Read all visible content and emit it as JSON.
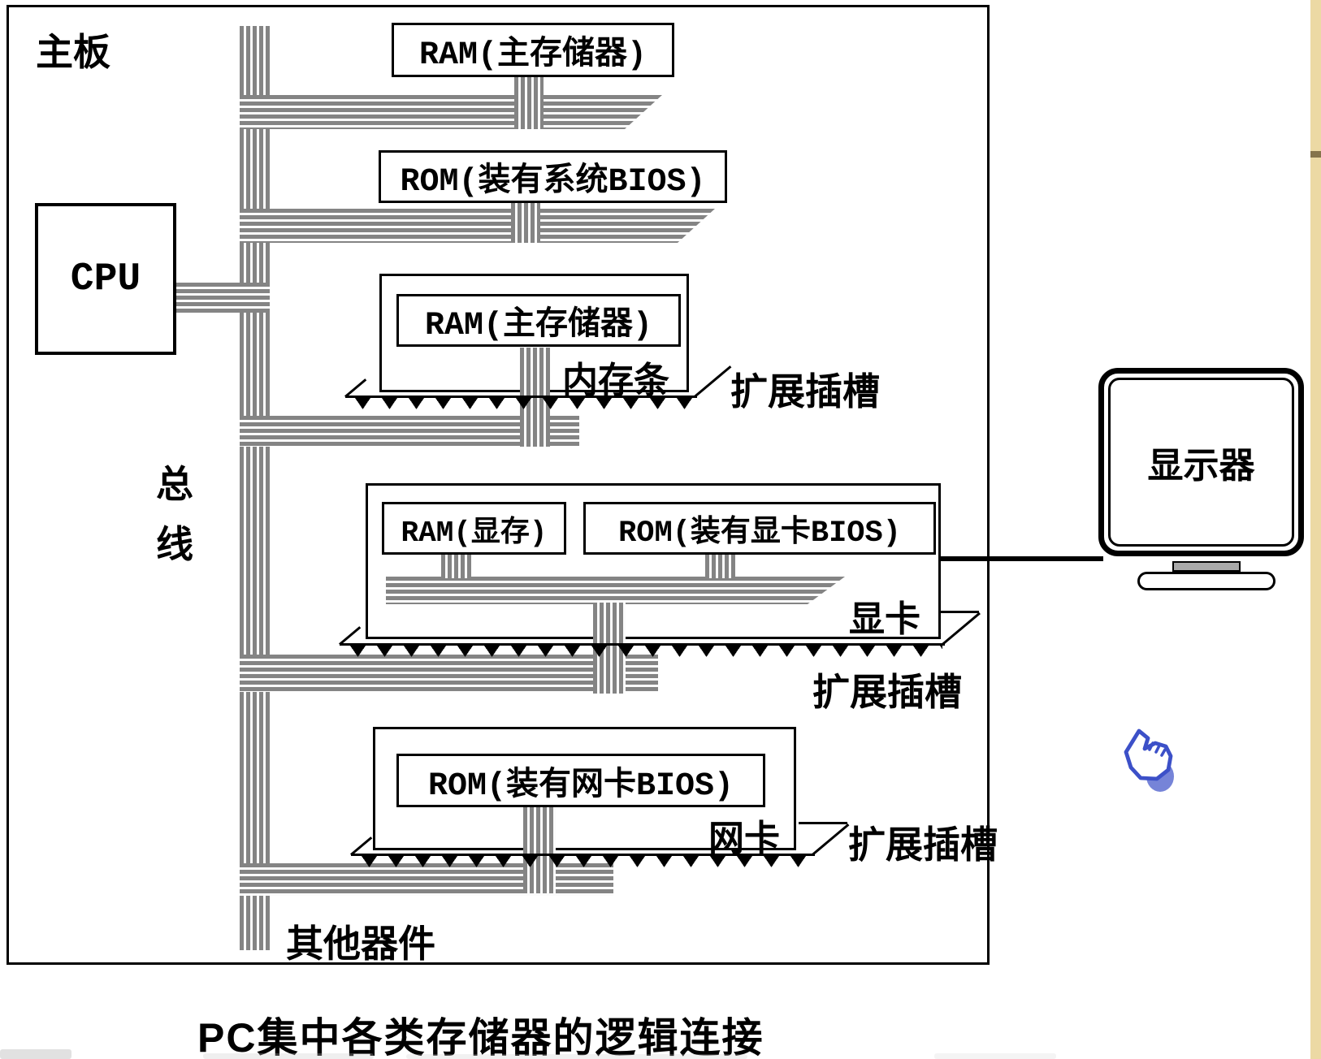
{
  "board_label": "主板",
  "cpu_label": "CPU",
  "bus": {
    "label_line1": "总",
    "label_line2": "线"
  },
  "ram_main_top": {
    "label": "RAM(主存储器)"
  },
  "rom_system": {
    "label": "ROM(装有系统BIOS)"
  },
  "memory_module": {
    "chip": "RAM(主存储器)",
    "name": "内存条",
    "slot": "扩展插槽"
  },
  "graphics_card": {
    "vram": "RAM(显存)",
    "rom": "ROM(装有显卡BIOS)",
    "name": "显卡",
    "slot": "扩展插槽"
  },
  "network_card": {
    "rom": "ROM(装有网卡BIOS)",
    "name": "网卡",
    "slot": "扩展插槽"
  },
  "other_devices": "其他器件",
  "monitor": {
    "label": "显示器"
  },
  "caption": "PC集中各类存储器的逻辑连接",
  "cursor": {
    "kind": "hand-pointer"
  },
  "colors": {
    "line": "#000000",
    "bus_gray": "#848484",
    "sidebar_beige": "#ecd9a4",
    "cursor_blue": "#3c50c8"
  }
}
